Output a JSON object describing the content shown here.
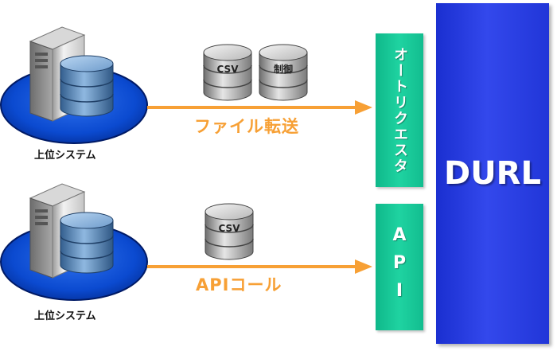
{
  "upper_systems": [
    {
      "label": "上位システム"
    },
    {
      "label": "上位システム"
    }
  ],
  "flows": [
    {
      "label": "ファイル転送",
      "files": [
        "CSV",
        "制御"
      ]
    },
    {
      "label": "APIコール",
      "files": [
        "CSV"
      ]
    }
  ],
  "receivers": [
    {
      "label": "オートリクエスタ"
    },
    {
      "label": "API"
    }
  ],
  "target": {
    "label": "DURL"
  },
  "colors": {
    "arrow": "#f7a035",
    "receiver": "#19c896",
    "target": "#2a3fe0",
    "disk_ellipse": "#0a3fb8"
  }
}
